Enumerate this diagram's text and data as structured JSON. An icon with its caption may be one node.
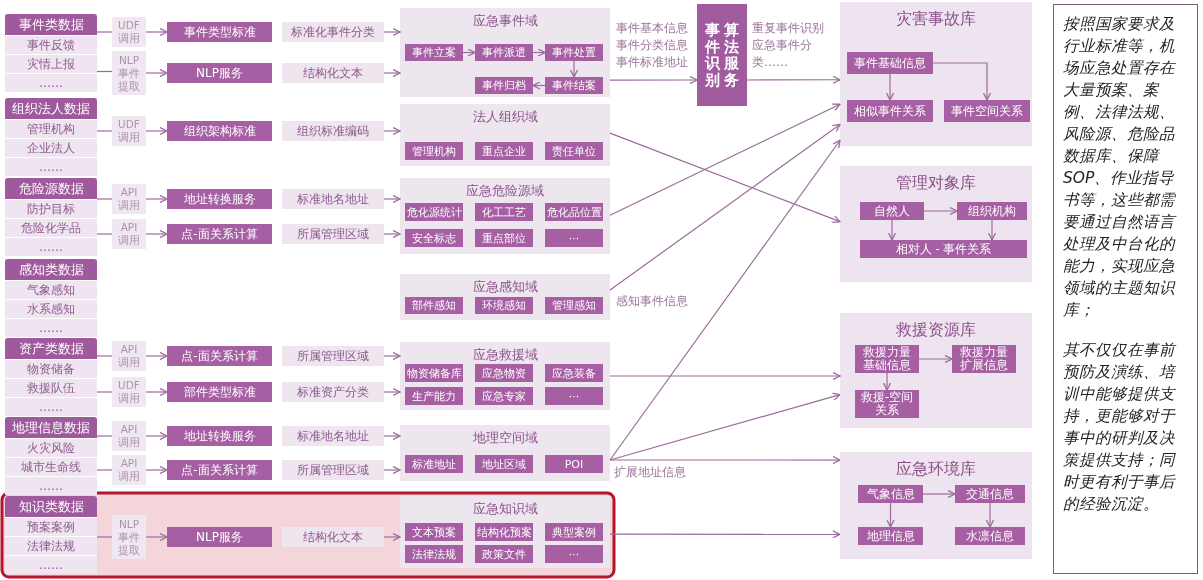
{
  "diagram": {
    "nodes": [
      {
        "text": [
          "事件类数据",
          "事件反馈",
          "灾情上报",
          "……"
        ]
      },
      {
        "text": [
          "组织法人数据",
          "管理机构",
          "企业法人",
          "……"
        ]
      },
      {
        "text": [
          "危险源数据",
          "防护目标",
          "危险化学品",
          "……"
        ]
      },
      {
        "text": [
          "感知类数据",
          "气象感知",
          "水系感知",
          "……"
        ]
      },
      {
        "text": [
          "资产类数据",
          "物资储备",
          "救援队伍",
          "……"
        ]
      },
      {
        "text": [
          "地理信息数据",
          "火灾风险",
          "城市生命线",
          "……"
        ]
      },
      {
        "text": [
          "知识类数据",
          "预案案例",
          "法律法规",
          "……"
        ]
      },
      {
        "text": [
          "UDF调用"
        ]
      },
      {
        "text": [
          "事件类型标准"
        ]
      },
      {
        "text": [
          "标准化事件分类"
        ]
      },
      {
        "text": [
          "NLP事件提取"
        ]
      },
      {
        "text": [
          "NLP服务"
        ]
      },
      {
        "text": [
          "结构化文本"
        ]
      },
      {
        "text": [
          "UDF调用"
        ]
      },
      {
        "text": [
          "组织架构标准"
        ]
      },
      {
        "text": [
          "组织标准编码"
        ]
      },
      {
        "text": [
          "API调用"
        ]
      },
      {
        "text": [
          "地址转换服务"
        ]
      },
      {
        "text": [
          "标准地名地址"
        ]
      },
      {
        "text": [
          "API调用"
        ]
      },
      {
        "text": [
          "点-面关系计算"
        ]
      },
      {
        "text": [
          "所属管理区域"
        ]
      },
      {
        "text": [
          "API调用"
        ]
      },
      {
        "text": [
          "点-面关系计算"
        ]
      },
      {
        "text": [
          "所属管理区域"
        ]
      },
      {
        "text": [
          "UDF调用"
        ]
      },
      {
        "text": [
          "部件类型标准"
        ]
      },
      {
        "text": [
          "标准资产分类"
        ]
      },
      {
        "text": [
          "API调用"
        ]
      },
      {
        "text": [
          "地址转换服务"
        ]
      },
      {
        "text": [
          "标准地名地址"
        ]
      },
      {
        "text": [
          "API调用"
        ]
      },
      {
        "text": [
          "点-面关系计算"
        ]
      },
      {
        "text": [
          "所属管理区域"
        ]
      },
      {
        "text": [
          "NLP事件提取"
        ]
      },
      {
        "text": [
          "NLP服务"
        ]
      },
      {
        "text": [
          "结构化文本"
        ]
      },
      {
        "text": [
          "应急事件域"
        ]
      },
      {
        "text": [
          "事件立案"
        ],
        "in": 37
      },
      {
        "text": [
          "事件派遣"
        ],
        "in": 37
      },
      {
        "text": [
          "事件处置"
        ],
        "in": 37
      },
      {
        "text": [
          "事件归档"
        ],
        "in": 37
      },
      {
        "text": [
          "事件结案"
        ],
        "in": 37
      },
      {
        "text": [
          "法人组织域"
        ]
      },
      {
        "text": [
          "管理机构"
        ],
        "in": 43
      },
      {
        "text": [
          "重点企业"
        ],
        "in": 43
      },
      {
        "text": [
          "责任单位"
        ],
        "in": 43
      },
      {
        "text": [
          "应急危险源域"
        ]
      },
      {
        "text": [
          "危化源统计"
        ],
        "in": 47
      },
      {
        "text": [
          "化工工艺"
        ],
        "in": 47
      },
      {
        "text": [
          "危化品位置"
        ],
        "in": 47
      },
      {
        "text": [
          "安全标志"
        ],
        "in": 47
      },
      {
        "text": [
          "重点部位"
        ],
        "in": 47
      },
      {
        "text": [
          "···"
        ],
        "in": 47
      },
      {
        "text": [
          "应急感知域"
        ]
      },
      {
        "text": [
          "部件感知"
        ],
        "in": 54
      },
      {
        "text": [
          "环境感知"
        ],
        "in": 54
      },
      {
        "text": [
          "管理感知"
        ],
        "in": 54
      },
      {
        "text": [
          "应急救援域"
        ]
      },
      {
        "text": [
          "物资储备库"
        ],
        "in": 58
      },
      {
        "text": [
          "应急物资"
        ],
        "in": 58
      },
      {
        "text": [
          "应急装备"
        ],
        "in": 58
      },
      {
        "text": [
          "生产能力"
        ],
        "in": 58
      },
      {
        "text": [
          "应急专家"
        ],
        "in": 58
      },
      {
        "text": [
          "···"
        ],
        "in": 58
      },
      {
        "text": [
          "地理空间域"
        ]
      },
      {
        "text": [
          "标准地址"
        ],
        "in": 65
      },
      {
        "text": [
          "地址区域"
        ],
        "in": 65
      },
      {
        "text": [
          "POI"
        ],
        "in": 65
      },
      {
        "text": [
          "应急知识域"
        ]
      },
      {
        "text": [
          "文本预案"
        ],
        "in": 69
      },
      {
        "text": [
          "结构化预案"
        ],
        "in": 69
      },
      {
        "text": [
          "典型案例"
        ],
        "in": 69
      },
      {
        "text": [
          "法律法规"
        ],
        "in": 69
      },
      {
        "text": [
          "政策文件"
        ],
        "in": 69
      },
      {
        "text": [
          "···"
        ],
        "in": 69
      },
      {
        "text": [
          "事件识别",
          "算法服务"
        ]
      },
      {
        "text": [
          "灾害事故库"
        ]
      },
      {
        "text": [
          "事件基础信息"
        ],
        "in": 77
      },
      {
        "text": [
          "相似事件关系"
        ],
        "in": 77
      },
      {
        "text": [
          "事件空间关系"
        ],
        "in": 77
      },
      {
        "text": [
          "管理对象库"
        ]
      },
      {
        "text": [
          "自然人"
        ],
        "in": 81
      },
      {
        "text": [
          "组织机构"
        ],
        "in": 81
      },
      {
        "text": [
          "相对人 - 事件关系"
        ],
        "in": 81
      },
      {
        "text": [
          "救援资源库"
        ]
      },
      {
        "text": [
          "救援力量基础信息"
        ],
        "in": 85
      },
      {
        "text": [
          "救援力量扩展信息"
        ],
        "in": 85
      },
      {
        "text": [
          "救援-空间关系"
        ],
        "in": 85
      },
      {
        "text": [
          "应急环境库"
        ]
      },
      {
        "text": [
          "气象信息"
        ],
        "in": 89
      },
      {
        "text": [
          "交通信息"
        ],
        "in": 89
      },
      {
        "text": [
          "地理信息"
        ],
        "in": 89
      },
      {
        "text": [
          "水凛信息"
        ],
        "in": 89
      },
      {
        "text": [
          "按照国家要求及行业标准等，机场应急处置存在大量预案、案例、法律法规、风险源、危险品数据库、保障SOP、作业指导书等，这些都需要通过自然语言处理及中台化的能力，实现应急领域的主题知识库；",
          "其不仅仅在事前预防及演练、培训中能够提供支持，更能够对于事中的研判及决策提供支持；同时更有利于事后的经验沉淀。"
        ]
      }
    ],
    "edges": [
      {
        "from": 0,
        "to": 7,
        "arrow": "none"
      },
      {
        "from": 7,
        "to": 8,
        "arrow": "to"
      },
      {
        "from": 9,
        "to": 37,
        "arrow": "to"
      },
      {
        "from": 0,
        "to": 10,
        "arrow": "none"
      },
      {
        "from": 10,
        "to": 11,
        "arrow": "to"
      },
      {
        "from": 12,
        "to": 37,
        "arrow": "to"
      },
      {
        "from": 1,
        "to": 13,
        "arrow": "none"
      },
      {
        "from": 13,
        "to": 14,
        "arrow": "to"
      },
      {
        "from": 15,
        "to": 43,
        "arrow": "to"
      },
      {
        "from": 2,
        "to": 16,
        "arrow": "none"
      },
      {
        "from": 16,
        "to": 17,
        "arrow": "to"
      },
      {
        "from": 18,
        "to": 47,
        "arrow": "to"
      },
      {
        "from": 2,
        "to": 19,
        "arrow": "none"
      },
      {
        "from": 19,
        "to": 20,
        "arrow": "to"
      },
      {
        "from": 21,
        "to": 47,
        "arrow": "to"
      },
      {
        "from": 4,
        "to": 22,
        "arrow": "none"
      },
      {
        "from": 22,
        "to": 23,
        "arrow": "to"
      },
      {
        "from": 24,
        "to": 58,
        "arrow": "to"
      },
      {
        "from": 4,
        "to": 25,
        "arrow": "none"
      },
      {
        "from": 25,
        "to": 26,
        "arrow": "to"
      },
      {
        "from": 27,
        "to": 58,
        "arrow": "to"
      },
      {
        "from": 5,
        "to": 28,
        "arrow": "none"
      },
      {
        "from": 28,
        "to": 29,
        "arrow": "to"
      },
      {
        "from": 30,
        "to": 65,
        "arrow": "to"
      },
      {
        "from": 5,
        "to": 31,
        "arrow": "none"
      },
      {
        "from": 31,
        "to": 32,
        "arrow": "to"
      },
      {
        "from": 33,
        "to": 65,
        "arrow": "to"
      },
      {
        "from": 6,
        "to": 34,
        "arrow": "none"
      },
      {
        "from": 34,
        "to": 35,
        "arrow": "to"
      },
      {
        "from": 36,
        "to": 69,
        "arrow": "to"
      },
      {
        "from": 38,
        "to": 39,
        "arrow": "to"
      },
      {
        "from": 39,
        "to": 40,
        "arrow": "to"
      },
      {
        "from": 40,
        "to": 42,
        "arrow": "to"
      },
      {
        "from": 42,
        "to": 41,
        "arrow": "to"
      },
      {
        "from": 37,
        "to": 76,
        "arrow": "to",
        "label": "事件基本信息事件分类信息事件标准地址"
      },
      {
        "from": 76,
        "to": 77,
        "arrow": "to",
        "label": "重复事件识别应急事件分类……"
      },
      {
        "from": 43,
        "to": 81,
        "arrow": "to"
      },
      {
        "from": 47,
        "to": 77,
        "arrow": "to"
      },
      {
        "from": 54,
        "to": 77,
        "arrow": "to",
        "label": "感知事件信息"
      },
      {
        "from": 65,
        "to": 77,
        "arrow": "to"
      },
      {
        "from": 58,
        "to": 85,
        "arrow": "to"
      },
      {
        "from": 65,
        "to": 85,
        "arrow": "to"
      },
      {
        "from": 65,
        "to": 89,
        "arrow": "to",
        "label": "扩展地址信息"
      },
      {
        "from": 69,
        "to": 89,
        "arrow": "to"
      },
      {
        "from": 78,
        "to": 79,
        "arrow": "to"
      },
      {
        "from": 78,
        "to": 80,
        "arrow": "to"
      },
      {
        "from": 82,
        "to": 83,
        "arrow": "to"
      },
      {
        "from": 82,
        "to": 84,
        "arrow": "to"
      },
      {
        "from": 83,
        "to": 84,
        "arrow": "to"
      },
      {
        "from": 86,
        "to": 87,
        "arrow": "to"
      },
      {
        "from": 86,
        "to": 88,
        "arrow": "to"
      },
      {
        "from": 90,
        "to": 91,
        "arrow": "to"
      },
      {
        "from": 90,
        "to": 92,
        "arrow": "to"
      },
      {
        "from": 91,
        "to": 93,
        "arrow": "to"
      }
    ]
  }
}
